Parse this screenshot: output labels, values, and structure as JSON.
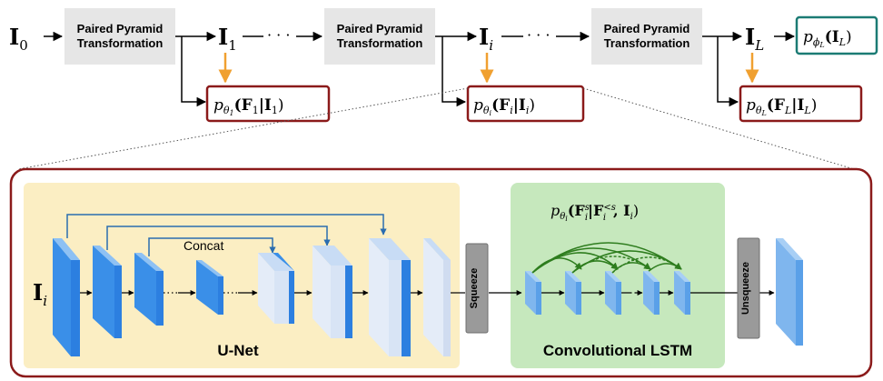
{
  "top_row": {
    "input": "I",
    "input_sub": "0",
    "ppt_label_line1": "Paired Pyramid",
    "ppt_label_line2": "Transformation",
    "level_1": "I",
    "level_1_sub": "1",
    "level_i": "I",
    "level_i_sub": "i",
    "level_L": "I",
    "level_L_sub": "L",
    "ellipsis": "· · ·",
    "prior_pre": "p",
    "prior_param": "ϕ",
    "prior_param_sub": "L",
    "prior_arg": "(I",
    "prior_arg_sub": "L",
    "prior_close": ")"
  },
  "flows": [
    {
      "p": "p",
      "theta": "θ",
      "theta_sub": "1",
      "f": "(F",
      "f_sub": "1",
      "bar": "|I",
      "i_sub": "1",
      "close": ")"
    },
    {
      "p": "p",
      "theta": "θ",
      "theta_sub": "i",
      "f": "(F",
      "f_sub": "i",
      "bar": "|I",
      "i_sub": "i",
      "close": ")"
    },
    {
      "p": "p",
      "theta": "θ",
      "theta_sub": "L",
      "f": "(F",
      "f_sub": "L",
      "bar": "|I",
      "i_sub": "L",
      "close": ")"
    }
  ],
  "detail": {
    "input": "I",
    "input_sub": "i",
    "unet_label": "U-Net",
    "concat_label": "Concat",
    "squeeze_label": "Squeeze",
    "unsqueeze_label": "Unsqueeze",
    "lstm_label": "Convolutional LSTM",
    "lstm_formula": {
      "p": "p",
      "theta": "θ",
      "theta_sub": "i",
      "f1": "(F",
      "f1_sup": "s",
      "f1_sub": "i",
      "bar": "|F",
      "f2_sup": "<s",
      "f2_sub": "i",
      "comma": ", I",
      "i_sub": "i",
      "close": ")"
    }
  },
  "colors": {
    "ppt_box": "#e6e6e6",
    "flow_border": "#8b1a1a",
    "prior_border": "#1b7b74",
    "orange_arrow": "#f0a030",
    "unet_bg": "#fbeec3",
    "lstm_bg": "#c6e8bd",
    "block_blue": "#3a8fe8",
    "block_light": "#d8e4f5",
    "skip_line": "#2a6db0",
    "lstm_arrow": "#2e7d1e",
    "gray_block": "#9a9a9a"
  }
}
